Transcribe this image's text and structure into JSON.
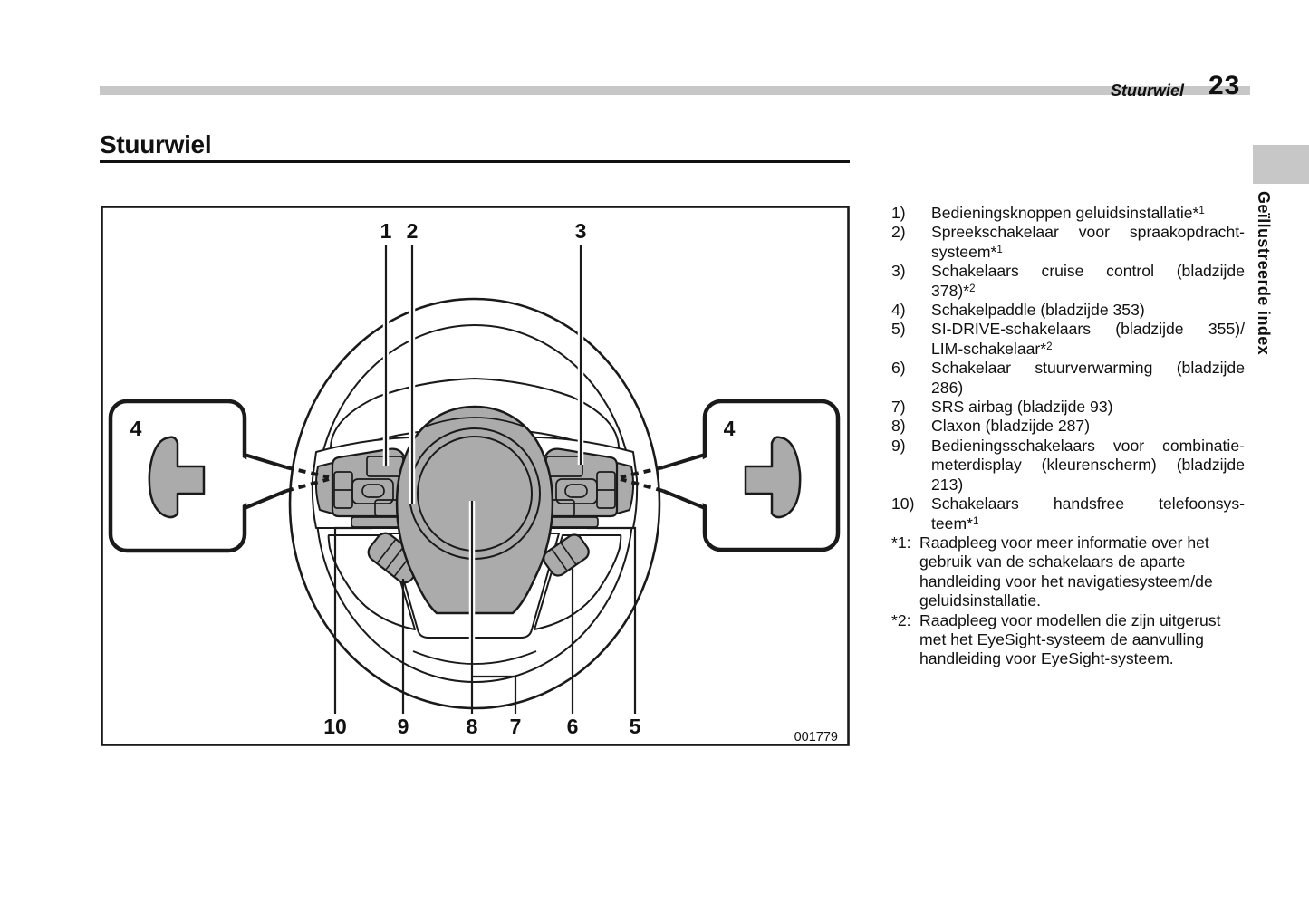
{
  "theme": {
    "bar_gray": "#c7c7c7",
    "diagram_gray": "#ababab",
    "ink": "#111111"
  },
  "header": {
    "section_title": "Stuurwiel",
    "page_number": "23"
  },
  "heading": {
    "title": "Stuurwiel"
  },
  "side_tab": {
    "label": "Geïllustreerde index"
  },
  "diagram": {
    "figure_code": "001779",
    "top_labels": [
      "1",
      "2",
      "3"
    ],
    "bottom_labels": [
      "10",
      "9",
      "8",
      "7",
      "6",
      "5"
    ],
    "left_paddle_label": "4",
    "right_paddle_label": "4"
  },
  "legend": {
    "items": [
      {
        "num": "1)",
        "lines": [
          "Bedieningsknoppen geluidsinstallatie*1"
        ]
      },
      {
        "num": "2)",
        "lines": [
          "Spreekschakelaar voor spraakopdracht-",
          "systeem*1"
        ]
      },
      {
        "num": "3)",
        "lines": [
          "Schakelaars cruise control (bladzijde",
          "378)*2"
        ]
      },
      {
        "num": "4)",
        "lines": [
          "Schakelpaddle (bladzijde 353)"
        ]
      },
      {
        "num": "5)",
        "lines": [
          "SI-DRIVE-schakelaars (bladzijde 355)/",
          "LIM-schakelaar*2"
        ]
      },
      {
        "num": "6)",
        "lines": [
          "Schakelaar stuurverwarming (bladzijde",
          "286)"
        ]
      },
      {
        "num": "7)",
        "lines": [
          "SRS airbag (bladzijde 93)"
        ]
      },
      {
        "num": "8)",
        "lines": [
          "Claxon (bladzijde 287)"
        ]
      },
      {
        "num": "9)",
        "lines": [
          "Bedieningsschakelaars voor combinatie-",
          "meterdisplay (kleurenscherm) (bladzijde",
          "213)"
        ]
      },
      {
        "num": "10)",
        "lines": [
          "Schakelaars handsfree telefoonsys-",
          "teem*1"
        ]
      }
    ],
    "footnotes": [
      {
        "label": "*1:",
        "lines": [
          "Raadpleeg voor meer informatie over het",
          "gebruik van de schakelaars de aparte",
          "handleiding voor het navigatiesysteem/de",
          "geluidsinstallatie."
        ]
      },
      {
        "label": "*2:",
        "lines": [
          "Raadpleeg voor modellen die zijn uitgerust",
          "met het EyeSight-systeem de aanvulling",
          "handleiding voor EyeSight-systeem."
        ]
      }
    ]
  }
}
